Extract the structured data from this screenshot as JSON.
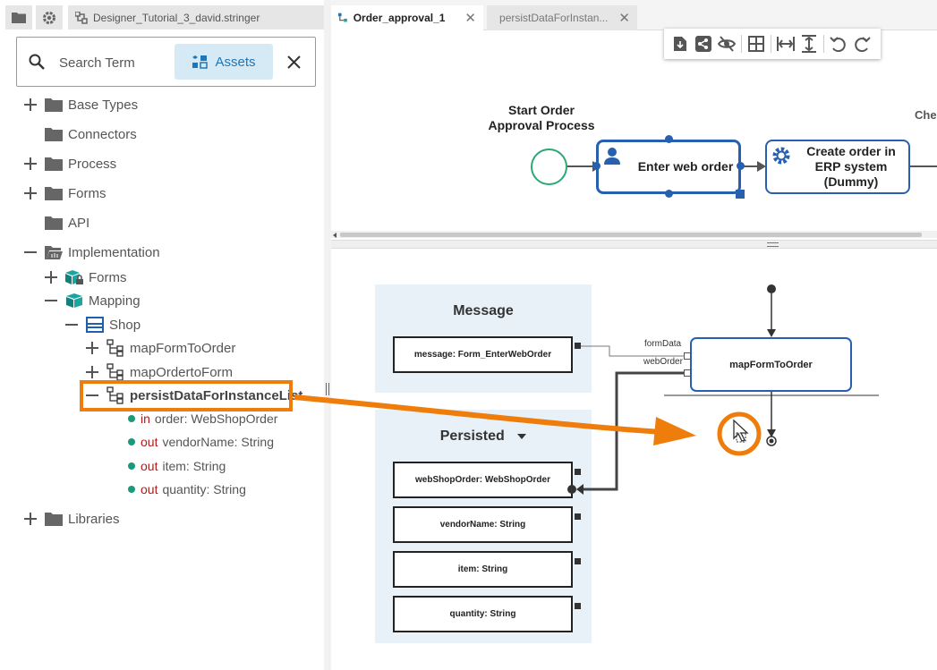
{
  "left": {
    "project_tab": "Designer_Tutorial_3_david.stringer",
    "search_placeholder": "Search Term",
    "assets_label": "Assets",
    "tree": {
      "base_types": "Base Types",
      "connectors": "Connectors",
      "process": "Process",
      "forms": "Forms",
      "api": "API",
      "implementation": "Implementation",
      "impl_forms": "Forms",
      "mapping": "Mapping",
      "shop": "Shop",
      "map_form_to_order": "mapFormToOrder",
      "map_order_to_form": "mapOrdertoForm",
      "persist": "persistDataForInstanceList",
      "params": [
        {
          "dir": "in",
          "name": "order",
          "type": ": WebShopOrder"
        },
        {
          "dir": "out",
          "name": "vendorName",
          "type": ": String"
        },
        {
          "dir": "out",
          "name": "item",
          "type": ": String"
        },
        {
          "dir": "out",
          "name": "quantity",
          "type": ": String"
        }
      ],
      "libraries": "Libraries"
    }
  },
  "tabs": [
    {
      "label": "Order_approval_1"
    },
    {
      "label": "persistDataForInstan..."
    }
  ],
  "process": {
    "start_label_1": "Start Order",
    "start_label_2": "Approval Process",
    "task1": "Enter web order",
    "task2_1": "Create order in",
    "task2_2": "ERP system",
    "task2_3": "(Dummy)",
    "cut_label": "Che"
  },
  "mapping": {
    "message_title": "Message",
    "message_field": "message: Form_EnterWebOrder",
    "persisted_title": "Persisted",
    "persisted_fields": [
      "webShopOrder: WebShopOrder",
      "vendorName: String",
      "item: String",
      "quantity: String"
    ],
    "function": "mapFormToOrder",
    "port_form_data": "formData",
    "port_web_order": "webOrder"
  },
  "colors": {
    "accent": "#1f76b8",
    "highlight": "#ef7d0b",
    "task_border": "#2860b0",
    "group_bg": "#e8f1f8",
    "start_event": "#2aa876",
    "param_dot": "#1a9a7a",
    "keyword": "#b01c1c"
  }
}
